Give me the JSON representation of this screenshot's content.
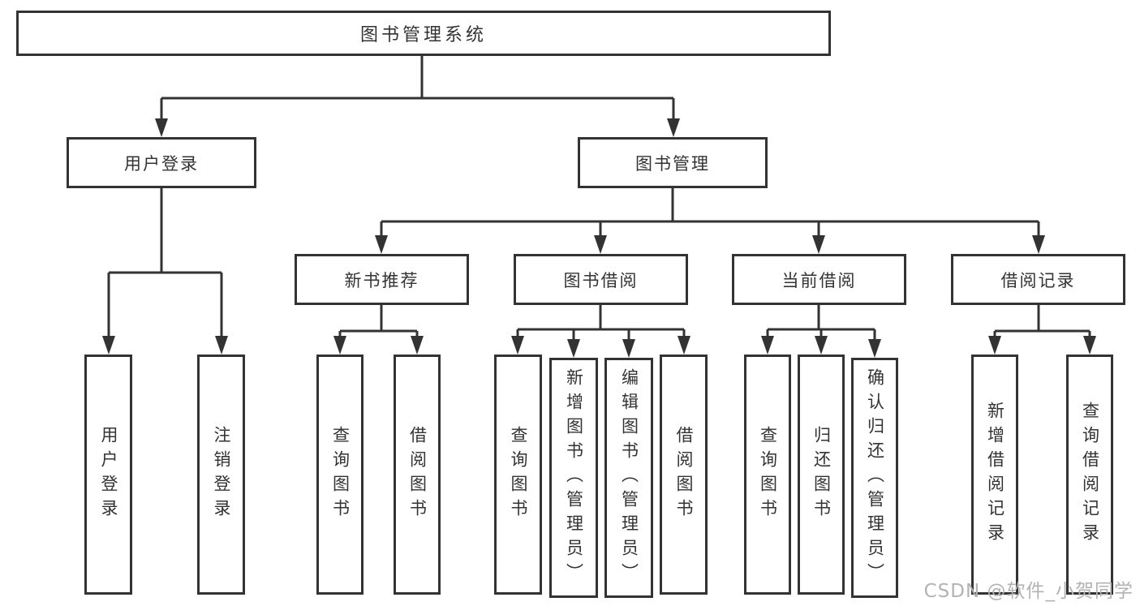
{
  "diagram": {
    "root": "图书管理系统",
    "branches": [
      {
        "label": "用户登录",
        "children": [
          "用户登录",
          "注销登录"
        ]
      },
      {
        "label": "图书管理",
        "groups": [
          {
            "label": "新书推荐",
            "children": [
              "查询图书",
              "借阅图书"
            ]
          },
          {
            "label": "图书借阅",
            "children": [
              "查询图书",
              "新增图书（管理员）",
              "编辑图书（管理员）",
              "借阅图书"
            ]
          },
          {
            "label": "当前借阅",
            "children": [
              "查询图书",
              "归还图书",
              "确认归还（管理员）"
            ]
          },
          {
            "label": "借阅记录",
            "children": [
              "新增借阅记录",
              "查询借阅记录"
            ]
          }
        ]
      }
    ]
  },
  "watermark": "CSDN @软件_小贺同学",
  "colors": {
    "line": "#333333",
    "text": "#333333",
    "watermark": "#b3b3b3",
    "background": "#ffffff"
  }
}
